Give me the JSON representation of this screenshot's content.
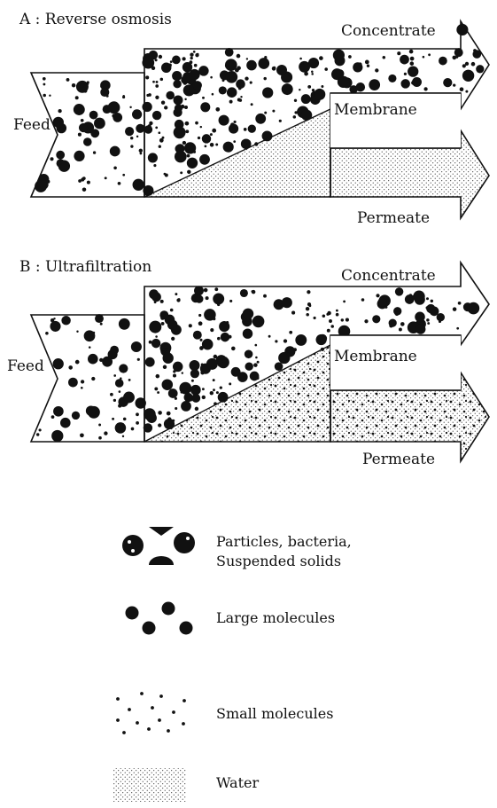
{
  "panel_a": {
    "title": "A : Reverse osmosis",
    "feed": "Feed",
    "concentrate": "Concentrate",
    "membrane": "Membrane",
    "permeate": "Permeate"
  },
  "panel_b": {
    "title": "B : Ultrafiltration",
    "feed": "Feed",
    "concentrate": "Concentrate",
    "membrane": "Membrane",
    "permeate": "Permeate"
  },
  "legend": {
    "particles_line1": "Particles, bacteria,",
    "particles_line2": "Suspended solids",
    "large": "Large molecules",
    "small": "Small molecules",
    "water": "Water"
  },
  "colors": {
    "ink": "#111111",
    "paper": "#ffffff"
  }
}
